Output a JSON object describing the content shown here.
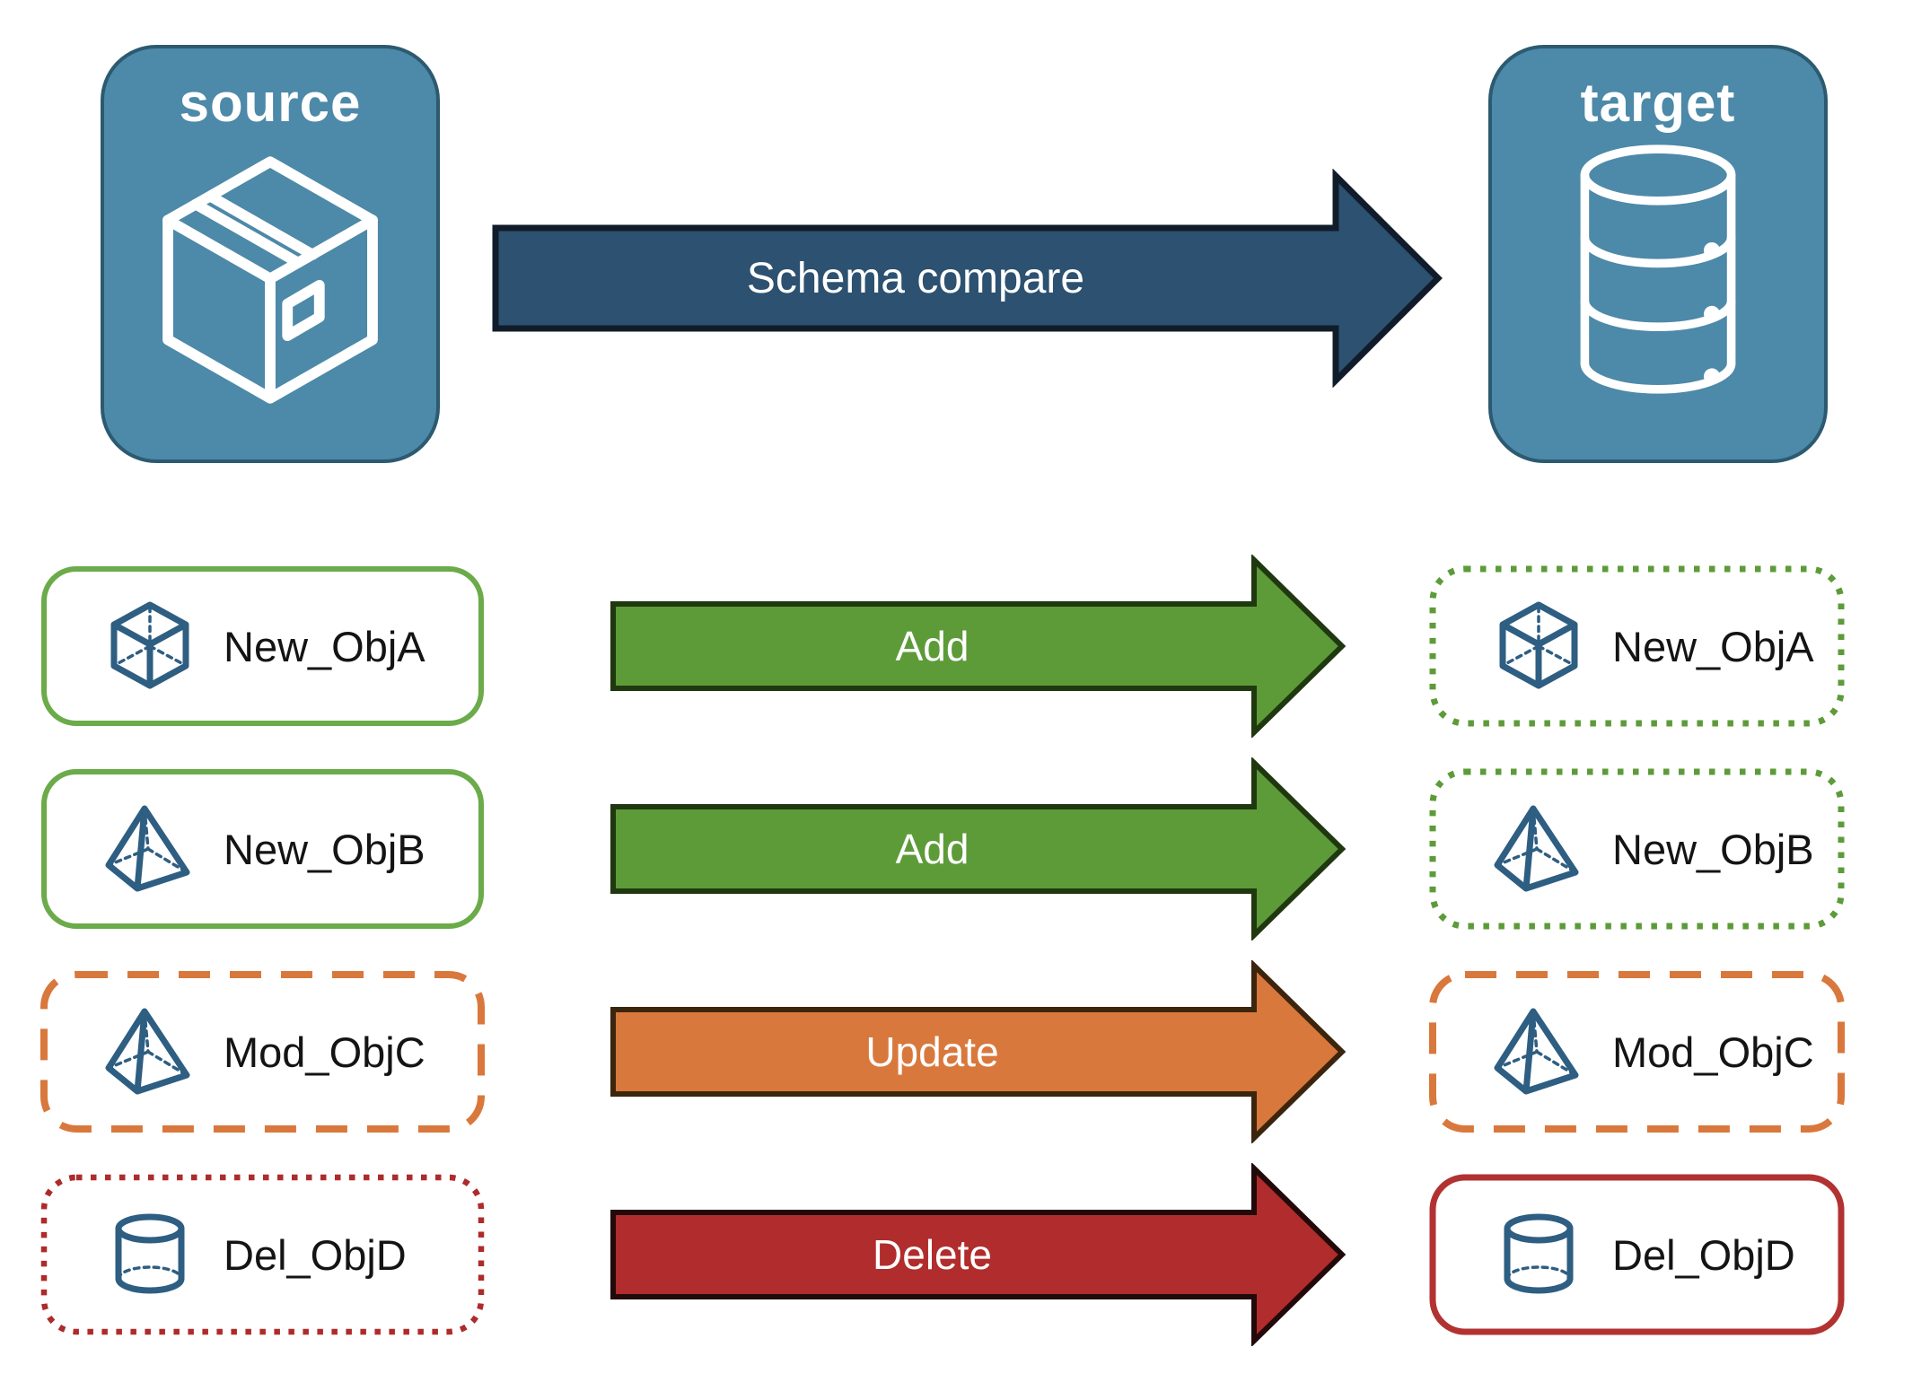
{
  "source": {
    "title": "source",
    "icon": "package-icon"
  },
  "target": {
    "title": "target",
    "icon": "database-icon"
  },
  "compare_arrow": {
    "label": "Schema compare",
    "fill": "#2D5170"
  },
  "rows": [
    {
      "label": "New_ObjA",
      "icon": "cube-icon",
      "action": "Add",
      "arrow_color": "#5D9B39",
      "source_border": "solid green",
      "target_border": "dotted green"
    },
    {
      "label": "New_ObjB",
      "icon": "pyramid-icon",
      "action": "Add",
      "arrow_color": "#5D9B39",
      "source_border": "solid green",
      "target_border": "dotted green"
    },
    {
      "label": "Mod_ObjC",
      "icon": "pyramid-icon",
      "action": "Update",
      "arrow_color": "#D9783C",
      "source_border": "dashed orange",
      "target_border": "dashed orange"
    },
    {
      "label": "Del_ObjD",
      "icon": "cylinder-icon",
      "action": "Delete",
      "arrow_color": "#B12C2C",
      "source_border": "dotted red",
      "target_border": "solid red"
    }
  ],
  "palette": {
    "panel_blue": "#4D89A8",
    "panel_blue_border": "#2C5A70",
    "navy_arrow": "#2D5170",
    "green": "#5D9B39",
    "green_solid_border": "#6BAB4A",
    "orange": "#D9783C",
    "red": "#B12C2C",
    "icon_steel_blue": "#2E5E82",
    "label_text": "#141414"
  }
}
